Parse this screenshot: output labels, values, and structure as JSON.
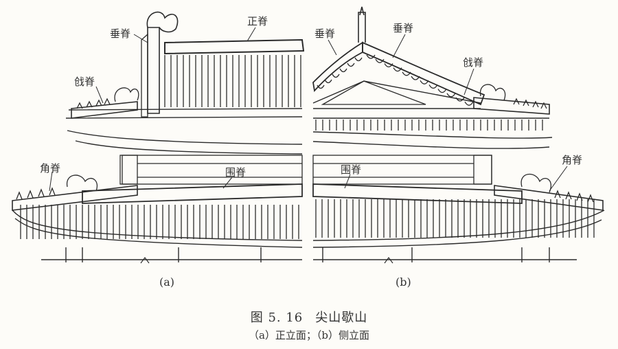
{
  "figure": {
    "number": "图 5. 16",
    "title": "尖山歇山",
    "subtitle": "（a）正立面；（b）侧立面"
  },
  "panels": [
    {
      "id": "a",
      "label": "(a)"
    },
    {
      "id": "b",
      "label": "(b)"
    }
  ],
  "labels": {
    "a_chuiji": "垂脊",
    "a_zhengji": "正脊",
    "a_qiangji": "戗脊",
    "a_jiaoji": "角脊",
    "a_weiji": "围脊",
    "b_chuiji_left": "垂脊",
    "b_chuiji_right": "垂脊",
    "b_qiangji": "戗脊",
    "b_weiji": "围脊",
    "b_jiaoji": "角脊"
  },
  "colors": {
    "ink": "#2b2b2b",
    "paper": "#fdfcf8"
  }
}
